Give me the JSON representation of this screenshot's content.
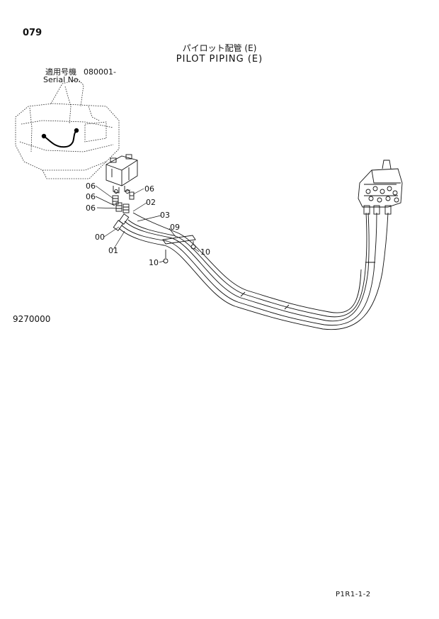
{
  "header": {
    "page_number": "079",
    "title_jp": "パイロット配管 (E)",
    "title_en": "PILOT PIPING (E)",
    "serial_label_jp": "適用号機",
    "serial_value": "080001-",
    "serial_label_en": "Serial No."
  },
  "parts": {
    "p06a": "06",
    "p06b": "06",
    "p06c": "06",
    "p06d": "06",
    "p02": "02",
    "p03": "03",
    "p09": "09",
    "p00": "00",
    "p01": "01",
    "p10a": "10",
    "p10b": "10"
  },
  "footer": {
    "figure_code": "9270000",
    "sheet_code": "P1R1-1-2"
  }
}
